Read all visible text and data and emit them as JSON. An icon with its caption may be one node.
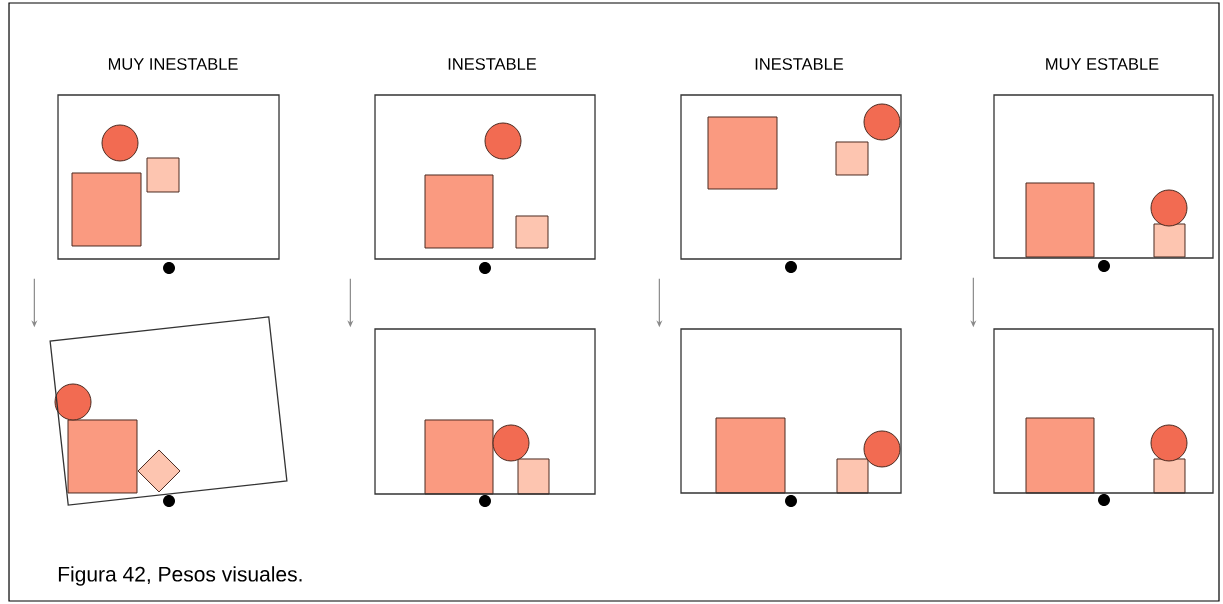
{
  "diagram": {
    "caption": "Figura 42, Pesos visuales.",
    "nodes": [
      {
        "text": [
          "MUY INESTABLE"
        ]
      },
      {
        "text": [
          "INESTABLE"
        ]
      },
      {
        "text": [
          "INESTABLE"
        ]
      },
      {
        "text": [
          "MUY ESTABLE"
        ]
      },
      {
        "text": [],
        "shape": "box"
      },
      {
        "text": [],
        "shape": "box"
      },
      {
        "text": [],
        "shape": "box"
      },
      {
        "text": [],
        "shape": "box"
      }
    ],
    "edges": [
      {
        "from": 0,
        "to": 4,
        "arrow": "to"
      },
      {
        "from": 1,
        "to": 5,
        "arrow": "to"
      },
      {
        "from": 2,
        "to": 6,
        "arrow": "to"
      },
      {
        "from": 3,
        "to": 7,
        "arrow": "to"
      }
    ]
  }
}
